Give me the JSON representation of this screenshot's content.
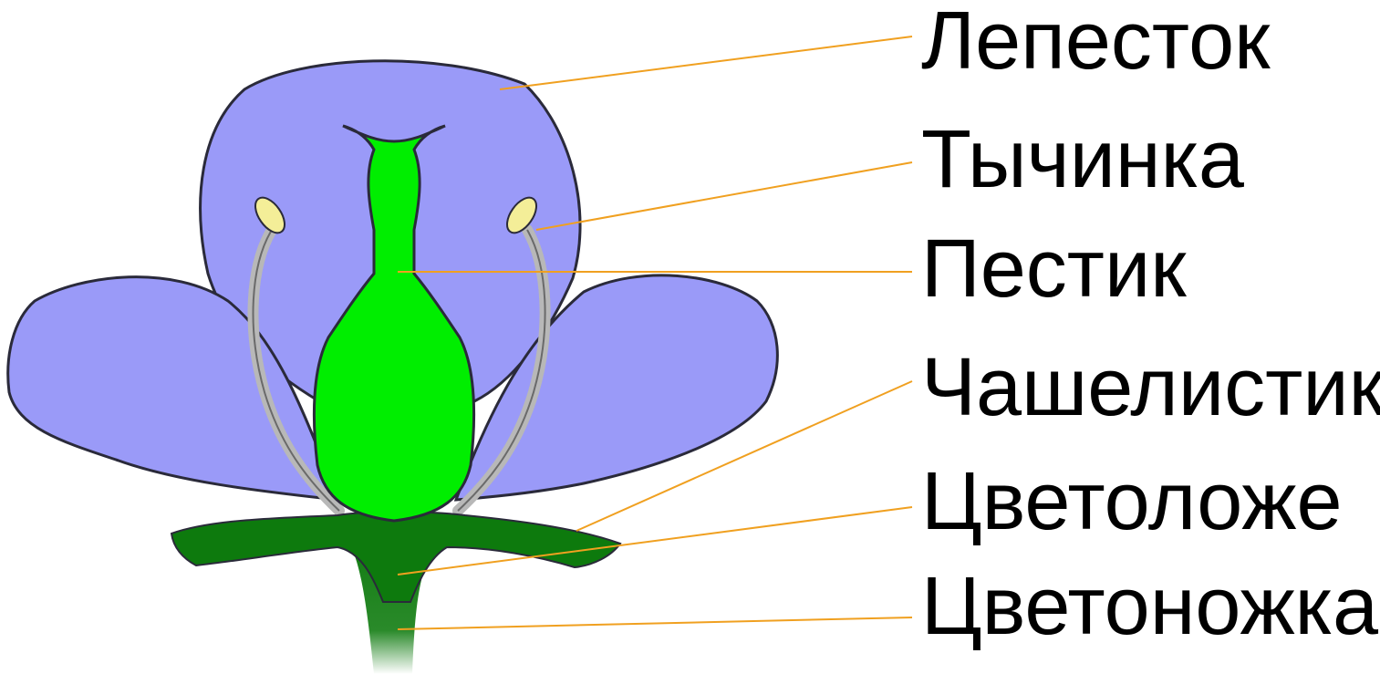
{
  "diagram": {
    "labels": [
      {
        "id": "petal",
        "text": "Лепесток"
      },
      {
        "id": "stamen",
        "text": "Тычинка"
      },
      {
        "id": "pistil",
        "text": "Пестик"
      },
      {
        "id": "sepal",
        "text": "Чашелистик"
      },
      {
        "id": "receptacle",
        "text": "Цветоложе"
      },
      {
        "id": "pedicel",
        "text": "Цветоножка"
      }
    ]
  },
  "colors": {
    "petal": "#9a9af8",
    "outline": "#2a2a3a",
    "pistil": "#00ee00",
    "filament": "#b8b8b8",
    "anther": "#f4ee98",
    "sepal": "#0d7a0d",
    "pedicel": "#0f7a0f",
    "leader_line": "#f0a020"
  }
}
